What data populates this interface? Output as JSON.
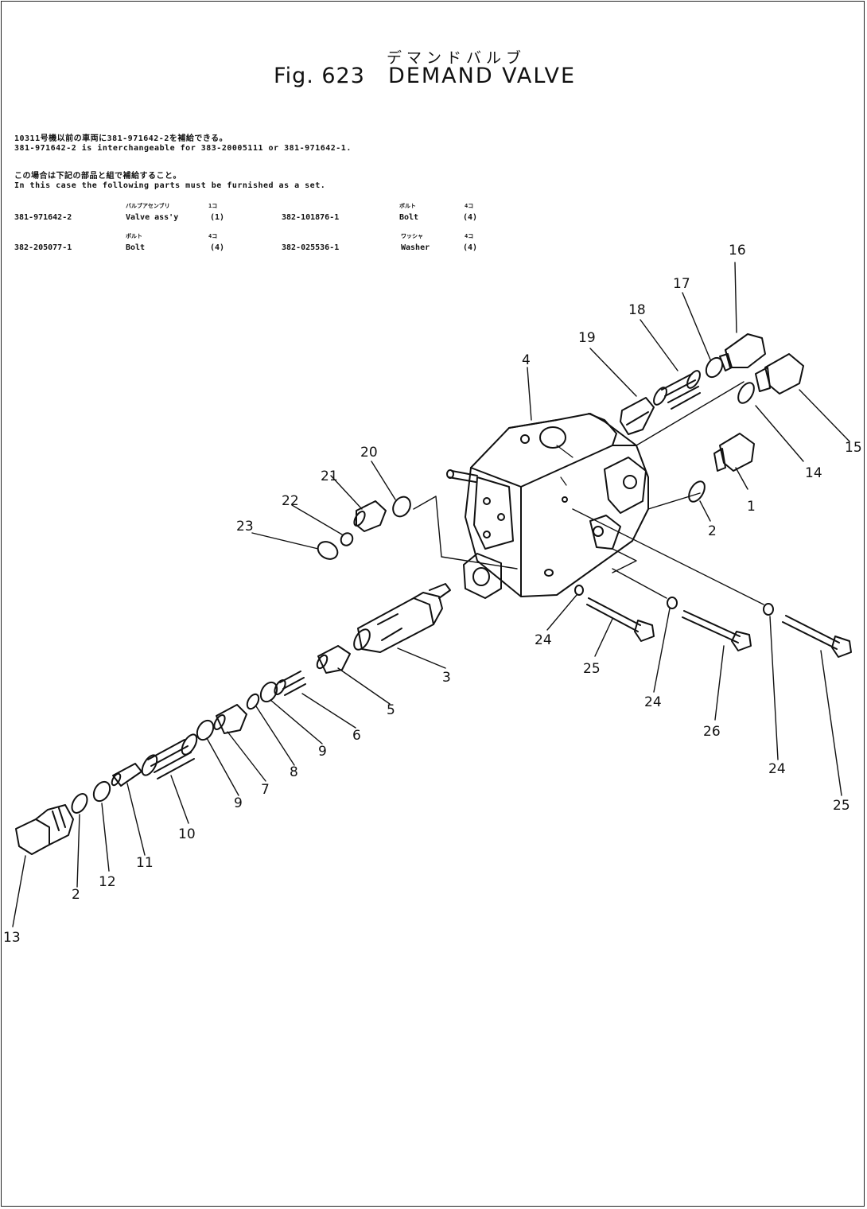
{
  "header": {
    "kana": "デマンドバルブ",
    "figure": "Fig. 623",
    "title": "DEMAND VALVE"
  },
  "notes": {
    "line1": "10311号機以前の車両に381-971642-2を補給できる。",
    "line2": "381-971642-2 is interchangeable for 383-20005111 or 381-971642-1.",
    "line3": "この場合は下記の部品と組で補給すること。",
    "line4": "In this case the following parts must be furnished as a set."
  },
  "parts_table": [
    {
      "part_no": "381-971642-2",
      "jp_name": "バルブアセンブリ",
      "name": "Valve ass'y",
      "jp_qty": "1コ",
      "qty": "(1)"
    },
    {
      "part_no": "382-101876-1",
      "jp_name": "ボルト",
      "name": "Bolt",
      "jp_qty": "4コ",
      "qty": "(4)"
    },
    {
      "part_no": "382-205077-1",
      "jp_name": "ボルト",
      "name": "Bolt",
      "jp_qty": "4コ",
      "qty": "(4)"
    },
    {
      "part_no": "382-025536-1",
      "jp_name": "ワッシャ",
      "name": "Washer",
      "jp_qty": "4コ",
      "qty": "(4)"
    }
  ],
  "callouts": [
    "1",
    "2",
    "3",
    "4",
    "5",
    "6",
    "7",
    "8",
    "9",
    "9",
    "10",
    "11",
    "12",
    "2",
    "13",
    "14",
    "15",
    "16",
    "17",
    "18",
    "19",
    "20",
    "21",
    "22",
    "23",
    "24",
    "25",
    "24",
    "26",
    "24",
    "25"
  ]
}
